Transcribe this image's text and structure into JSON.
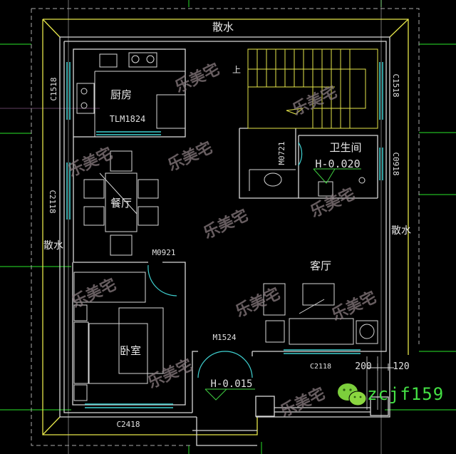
{
  "colors": {
    "background": "#000000",
    "wall": "#d8d8d8",
    "outline": "#e6e64a",
    "grid": "#22b822",
    "window": "#3fd0d0",
    "watermark": "#8a7c80",
    "contact": "#44e044"
  },
  "labels": {
    "apron_top": "散水",
    "apron_left": "散水",
    "apron_right": "散水",
    "kitchen": "厨房",
    "kitchen_door": "TLM1824",
    "stair_up": "上",
    "bathroom": "卫生间",
    "bathroom_door": "M0721",
    "bathroom_level": "H-0.020",
    "dining": "餐厅",
    "bedroom_door": "M0921",
    "living": "客厅",
    "bedroom": "卧室",
    "entry_door": "M1524",
    "entry_level": "H-0.015",
    "win_kitchen": "C1518",
    "win_stair": "C1518",
    "win_bath": "C0918",
    "win_dining": "C2118",
    "win_living": "C2118",
    "win_bedroom": "C2418",
    "dim_200": "200",
    "dim_120": "120"
  },
  "watermark": "乐美宅",
  "contact": "zcjf159"
}
